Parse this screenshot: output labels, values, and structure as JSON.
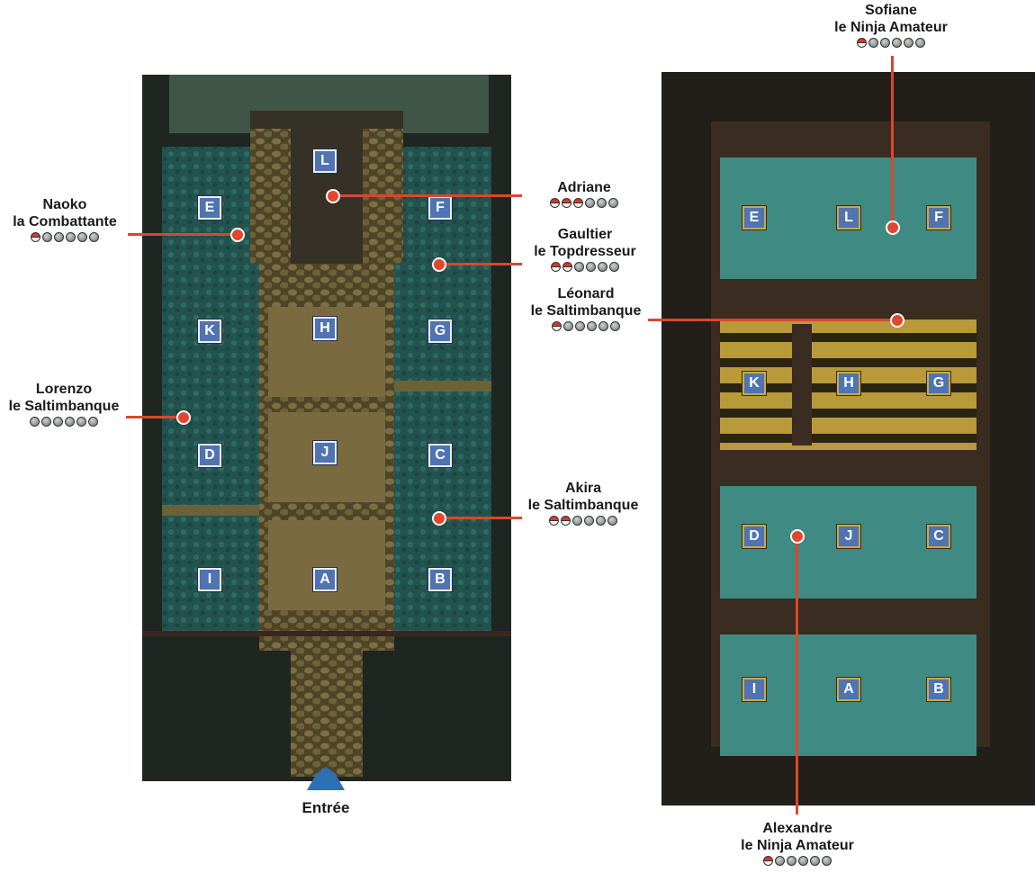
{
  "tiles": {
    "A": "A",
    "B": "B",
    "C": "C",
    "D": "D",
    "E": "E",
    "F": "F",
    "G": "G",
    "H": "H",
    "I": "I",
    "J": "J",
    "K": "K",
    "L": "L"
  },
  "trainers": [
    {
      "name": "Naoko",
      "title": "la Combattante",
      "red_balls": 1,
      "total_balls": 6
    },
    {
      "name": "Adriane",
      "title": "",
      "red_balls": 3,
      "total_balls": 6
    },
    {
      "name": "Gaultier",
      "title": "le Topdresseur",
      "red_balls": 2,
      "total_balls": 6
    },
    {
      "name": "Léonard",
      "title": "le Saltimbanque",
      "red_balls": 1,
      "total_balls": 6
    },
    {
      "name": "Lorenzo",
      "title": "le Saltimbanque",
      "red_balls": 0,
      "total_balls": 6
    },
    {
      "name": "Akira",
      "title": "le Saltimbanque",
      "red_balls": 2,
      "total_balls": 6
    },
    {
      "name": "Sofiane",
      "title": "le Ninja Amateur",
      "red_balls": 1,
      "total_balls": 6
    },
    {
      "name": "Alexandre",
      "title": "le Ninja Amateur",
      "red_balls": 1,
      "total_balls": 6
    }
  ],
  "entrance": "Entrée",
  "colors": {
    "connector": "#d9482b",
    "tile": "#4f73b3",
    "ball_red": "#d23a2c",
    "arrow": "#2f6fb5"
  }
}
